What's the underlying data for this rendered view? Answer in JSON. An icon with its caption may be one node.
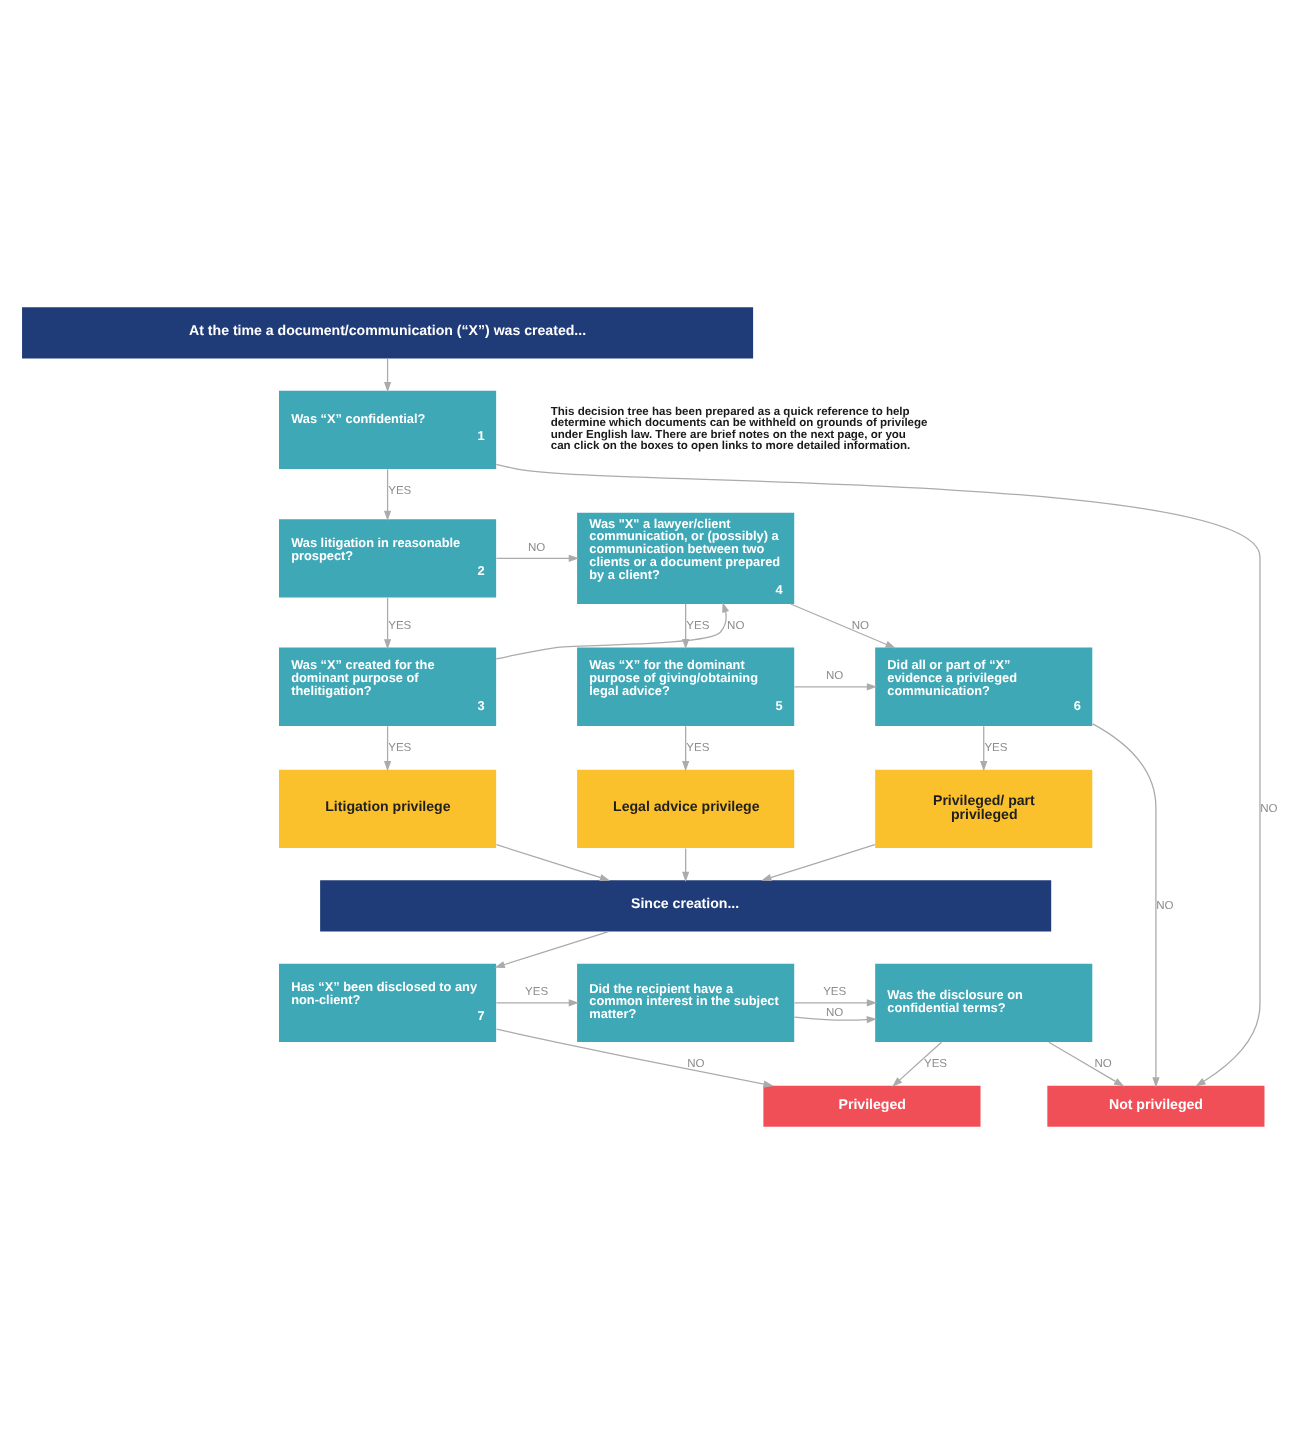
{
  "diagram": {
    "nodes": [
      {
        "text": [
          "At the time a document/communication (“X”) was created..."
        ]
      },
      {
        "text": [
          "Was “X” confidential?",
          "1"
        ]
      },
      {
        "text": [
          "Was litigation in reasonable prospect?",
          "2"
        ]
      },
      {
        "text": [
          "Was “X” created for the dominant purpose of thelitigation?",
          "3"
        ]
      },
      {
        "text": [
          "Was \"X\" a lawyer/client communication, or (possibly) a communication between two clients or a document prepared by a client?",
          "4"
        ]
      },
      {
        "text": [
          "Was “X” for the dominant purpose of giving/obtaining legal advice?",
          "5"
        ]
      },
      {
        "text": [
          "Did all or part of “X” evidence a privileged communication?",
          "6"
        ]
      },
      {
        "text": [
          "Litigation privilege"
        ]
      },
      {
        "text": [
          "Legal advice privilege"
        ]
      },
      {
        "text": [
          "Privileged/ part privileged"
        ]
      },
      {
        "text": [
          "Since creation..."
        ]
      },
      {
        "text": [
          "Has “X” been disclosed to any non-client?",
          "7"
        ]
      },
      {
        "text": [
          "Did the recipient have a common interest in the subject matter?"
        ]
      },
      {
        "text": [
          "Was the disclosure on confidential terms?"
        ]
      },
      {
        "text": [
          "Privileged"
        ]
      },
      {
        "text": [
          "Not privileged"
        ]
      }
    ],
    "edges": [
      {
        "from": 0,
        "to": 1,
        "arrow": "to"
      },
      {
        "from": 1,
        "to": 2,
        "arrow": "to",
        "label": "YES"
      },
      {
        "from": 1,
        "to": 15,
        "arrow": "to",
        "label": "NO"
      },
      {
        "from": 2,
        "to": 3,
        "arrow": "to",
        "label": "YES"
      },
      {
        "from": 2,
        "to": 4,
        "arrow": "to",
        "label": "NO"
      },
      {
        "from": 3,
        "to": 7,
        "arrow": "to",
        "label": "YES"
      },
      {
        "from": 3,
        "to": 4,
        "arrow": "to",
        "label": "NO"
      },
      {
        "from": 4,
        "to": 5,
        "arrow": "to",
        "label": "YES"
      },
      {
        "from": 4,
        "to": 6,
        "arrow": "to",
        "label": "NO"
      },
      {
        "from": 5,
        "to": 8,
        "arrow": "to",
        "label": "YES"
      },
      {
        "from": 5,
        "to": 6,
        "arrow": "to",
        "label": "NO"
      },
      {
        "from": 6,
        "to": 9,
        "arrow": "to",
        "label": "YES"
      },
      {
        "from": 6,
        "to": 15,
        "arrow": "to",
        "label": "NO"
      },
      {
        "from": 7,
        "to": 10,
        "arrow": "to"
      },
      {
        "from": 8,
        "to": 10,
        "arrow": "to"
      },
      {
        "from": 9,
        "to": 10,
        "arrow": "to"
      },
      {
        "from": 10,
        "to": 11,
        "arrow": "to"
      },
      {
        "from": 11,
        "to": 12,
        "arrow": "to",
        "label": "YES"
      },
      {
        "from": 11,
        "to": 14,
        "arrow": "to",
        "label": "NO"
      },
      {
        "from": 12,
        "to": 13,
        "arrow": "to",
        "label": "YES"
      },
      {
        "from": 12,
        "to": 13,
        "arrow": "to",
        "label": "NO"
      },
      {
        "from": 13,
        "to": 14,
        "arrow": "to",
        "label": "YES"
      },
      {
        "from": 13,
        "to": 15,
        "arrow": "to",
        "label": "NO"
      }
    ],
    "labels": [
      "This decision tree has been prepared as a quick reference to help determine which documents can be withheld on grounds of privilege under English law. There are brief notes on the next page, or you can click on the boxes to open links to more detailed information."
    ]
  }
}
